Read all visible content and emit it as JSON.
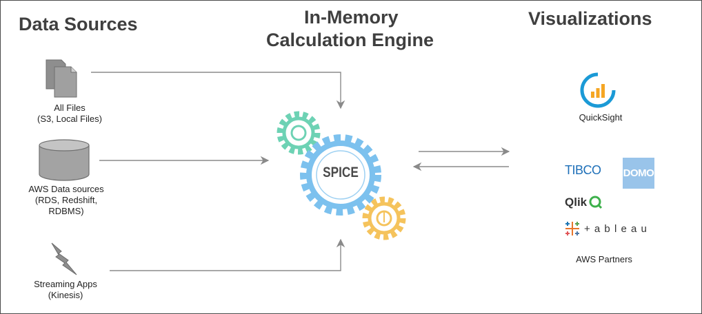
{
  "headings": {
    "data_sources": "Data Sources",
    "engine_line1": "In-Memory",
    "engine_line2": "Calculation Engine",
    "visualizations": "Visualizations"
  },
  "sources": {
    "files": {
      "line1": "All Files",
      "line2": "(S3, Local Files)"
    },
    "aws": {
      "line1": "AWS Data sources",
      "line2": "(RDS, Redshift,",
      "line3": "RDBMS)"
    },
    "streaming": {
      "line1": "Streaming Apps",
      "line2": "(Kinesis)"
    }
  },
  "engine": {
    "center_label": "SPICE"
  },
  "visuals": {
    "quicksight": "QuickSight",
    "partners_caption": "AWS Partners",
    "logos": {
      "tibco": "TIBCO",
      "domo": "DOMO",
      "qlik": "Qlik",
      "tableau": "+ a b l e a u"
    }
  },
  "colors": {
    "heading": "#3f3f3f",
    "arrow": "#8a8a8a",
    "spice_blue": "#7cc1ee",
    "gear_green": "#6dd2b4",
    "gear_orange": "#f5c35c",
    "quicksight_blue": "#1b9ad6",
    "quicksight_orange": "#f5a623",
    "tibco_blue": "#1d6fb8",
    "domo_blue": "#99c4ea"
  }
}
